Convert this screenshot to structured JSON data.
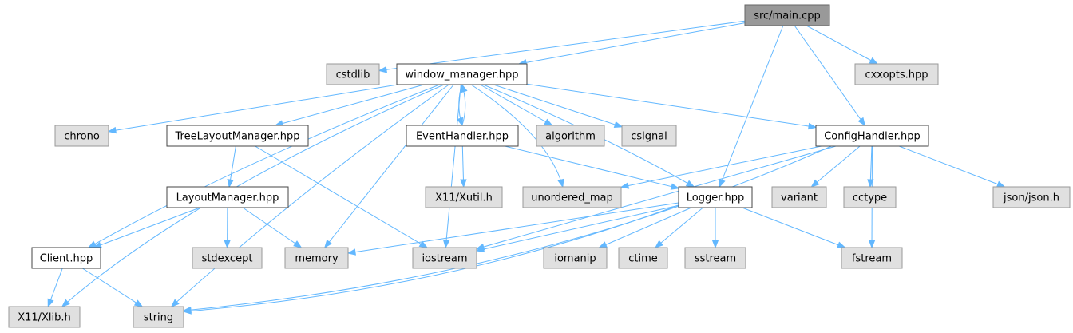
{
  "diagram": {
    "type": "include-dependency-graph",
    "nodes": [
      {
        "id": "main",
        "label": "src/main.cpp",
        "kind": "root"
      },
      {
        "id": "cstdlib",
        "label": "cstdlib",
        "kind": "system"
      },
      {
        "id": "wm",
        "label": "window_manager.hpp",
        "kind": "local"
      },
      {
        "id": "cxxopts",
        "label": "cxxopts.hpp",
        "kind": "system"
      },
      {
        "id": "chrono",
        "label": "chrono",
        "kind": "system"
      },
      {
        "id": "tlm",
        "label": "TreeLayoutManager.hpp",
        "kind": "local"
      },
      {
        "id": "eh",
        "label": "EventHandler.hpp",
        "kind": "local"
      },
      {
        "id": "algorithm",
        "label": "algorithm",
        "kind": "system"
      },
      {
        "id": "csignal",
        "label": "csignal",
        "kind": "system"
      },
      {
        "id": "ch",
        "label": "ConfigHandler.hpp",
        "kind": "local"
      },
      {
        "id": "lm",
        "label": "LayoutManager.hpp",
        "kind": "local"
      },
      {
        "id": "xutil",
        "label": "X11/Xutil.h",
        "kind": "system"
      },
      {
        "id": "umap",
        "label": "unordered_map",
        "kind": "system"
      },
      {
        "id": "logger",
        "label": "Logger.hpp",
        "kind": "local"
      },
      {
        "id": "variant",
        "label": "variant",
        "kind": "system"
      },
      {
        "id": "cctype",
        "label": "cctype",
        "kind": "system"
      },
      {
        "id": "json",
        "label": "json/json.h",
        "kind": "system"
      },
      {
        "id": "client",
        "label": "Client.hpp",
        "kind": "local"
      },
      {
        "id": "stdexcept",
        "label": "stdexcept",
        "kind": "system"
      },
      {
        "id": "memory",
        "label": "memory",
        "kind": "system"
      },
      {
        "id": "iostream",
        "label": "iostream",
        "kind": "system"
      },
      {
        "id": "iomanip",
        "label": "iomanip",
        "kind": "system"
      },
      {
        "id": "ctime",
        "label": "ctime",
        "kind": "system"
      },
      {
        "id": "sstream",
        "label": "sstream",
        "kind": "system"
      },
      {
        "id": "fstream",
        "label": "fstream",
        "kind": "system"
      },
      {
        "id": "xlib",
        "label": "X11/Xlib.h",
        "kind": "system"
      },
      {
        "id": "string",
        "label": "string",
        "kind": "system"
      }
    ],
    "edges": [
      [
        "main",
        "cstdlib"
      ],
      [
        "main",
        "wm"
      ],
      [
        "main",
        "cxxopts"
      ],
      [
        "main",
        "logger"
      ],
      [
        "main",
        "ch"
      ],
      [
        "wm",
        "chrono"
      ],
      [
        "wm",
        "tlm"
      ],
      [
        "wm",
        "eh"
      ],
      [
        "wm",
        "algorithm"
      ],
      [
        "wm",
        "csignal"
      ],
      [
        "wm",
        "ch"
      ],
      [
        "wm",
        "umap"
      ],
      [
        "wm",
        "logger"
      ],
      [
        "wm",
        "memory"
      ],
      [
        "wm",
        "iostream"
      ],
      [
        "wm",
        "string"
      ],
      [
        "wm",
        "client"
      ],
      [
        "wm",
        "xlib"
      ],
      [
        "eh",
        "wm"
      ],
      [
        "eh",
        "xutil"
      ],
      [
        "eh",
        "logger"
      ],
      [
        "tlm",
        "lm"
      ],
      [
        "tlm",
        "iostream"
      ],
      [
        "lm",
        "client"
      ],
      [
        "lm",
        "stdexcept"
      ],
      [
        "lm",
        "memory"
      ],
      [
        "client",
        "xlib"
      ],
      [
        "client",
        "string"
      ],
      [
        "ch",
        "umap"
      ],
      [
        "ch",
        "iostream"
      ],
      [
        "ch",
        "variant"
      ],
      [
        "ch",
        "cctype"
      ],
      [
        "ch",
        "json"
      ],
      [
        "ch",
        "fstream"
      ],
      [
        "ch",
        "string"
      ],
      [
        "logger",
        "memory"
      ],
      [
        "logger",
        "iostream"
      ],
      [
        "logger",
        "iomanip"
      ],
      [
        "logger",
        "ctime"
      ],
      [
        "logger",
        "sstream"
      ],
      [
        "logger",
        "fstream"
      ],
      [
        "logger",
        "string"
      ]
    ]
  }
}
